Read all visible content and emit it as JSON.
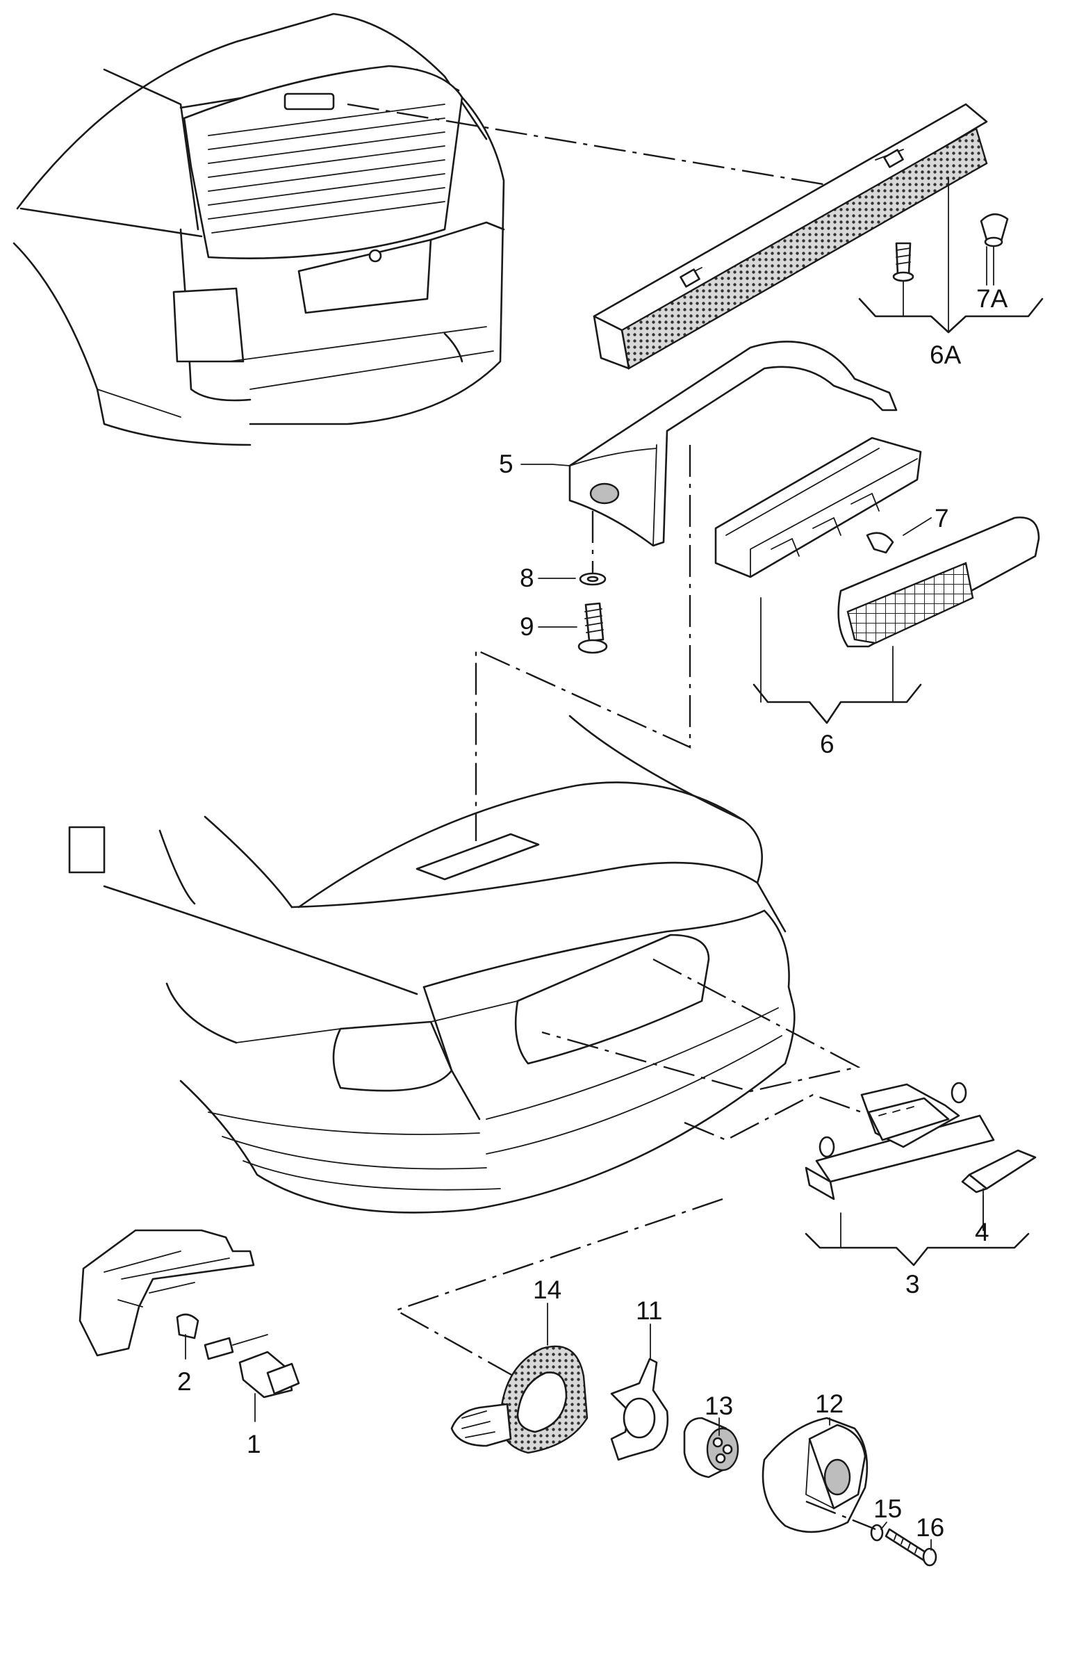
{
  "diagram": {
    "callouts": [
      {
        "id": "1",
        "label": "1"
      },
      {
        "id": "2",
        "label": "2"
      },
      {
        "id": "3",
        "label": "3"
      },
      {
        "id": "4",
        "label": "4"
      },
      {
        "id": "5",
        "label": "5"
      },
      {
        "id": "6",
        "label": "6"
      },
      {
        "id": "6A",
        "label": "6A"
      },
      {
        "id": "7",
        "label": "7"
      },
      {
        "id": "7A",
        "label": "7A"
      },
      {
        "id": "8",
        "label": "8"
      },
      {
        "id": "9",
        "label": "9"
      },
      {
        "id": "11",
        "label": "11"
      },
      {
        "id": "12",
        "label": "12"
      },
      {
        "id": "13",
        "label": "13"
      },
      {
        "id": "14",
        "label": "14"
      },
      {
        "id": "15",
        "label": "15"
      },
      {
        "id": "16",
        "label": "16"
      }
    ]
  }
}
